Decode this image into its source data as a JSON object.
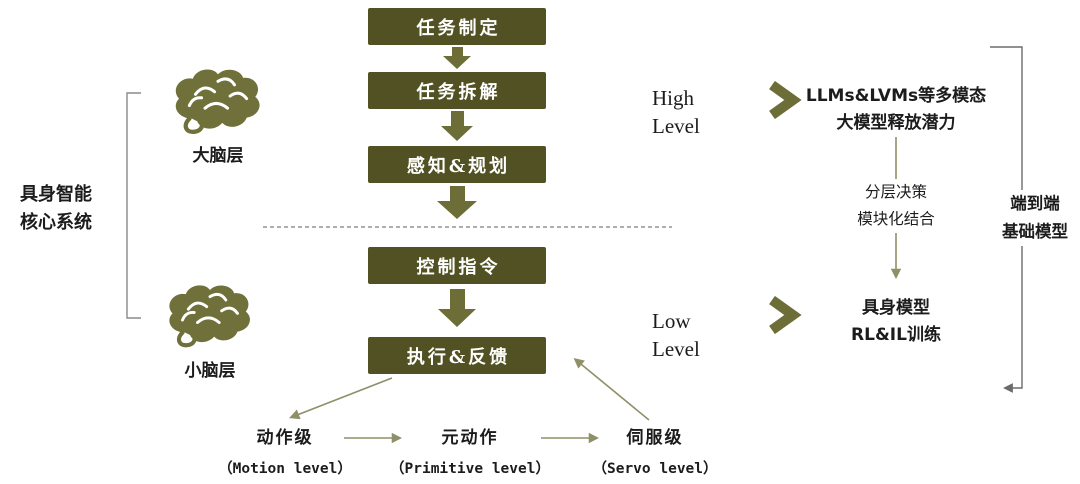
{
  "colors": {
    "box": "#515123",
    "arrow": "#6d6d38",
    "brain": "#70703a",
    "thin": "#8f8f68"
  },
  "left_panel": {
    "system_label": "具身智能\n核心系统",
    "brain_top_label": "大脑层",
    "brain_bottom_label": "小脑层"
  },
  "pipeline": {
    "boxes": [
      {
        "label": "任务制定"
      },
      {
        "label": "任务拆解"
      },
      {
        "label": "感知&规划"
      },
      {
        "label": "控制指令"
      },
      {
        "label": "执行&反馈"
      }
    ]
  },
  "right_panel": {
    "high_level_label": "High\nLevel",
    "low_level_label": "Low\nLevel",
    "high_text": "LLMs&LVMs等多模态\n大模型释放潜力",
    "bridge_text": "分层决策\n模块化结合",
    "low_text": "具身模型\nRL&IL训练",
    "end_to_end_label": "端到端\n基础模型"
  },
  "bottom_levels": [
    {
      "zh": "动作级",
      "en": "（Motion level）"
    },
    {
      "zh": "元动作",
      "en": "（Primitive level）"
    },
    {
      "zh": "伺服级",
      "en": "（Servo level）"
    }
  ]
}
